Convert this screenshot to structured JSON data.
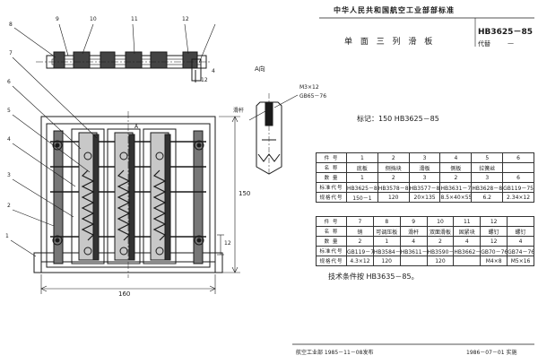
{
  "header": {
    "org_title": "中华人民共和国航空工业部部标准",
    "standard_no": "HB3625－85",
    "replaces_label": "代替",
    "replaces_value": "—"
  },
  "drawing": {
    "title": "单 面 三 列 滑 板",
    "marking": "标记：150  HB3625－85",
    "view_label": "A向",
    "view_marker": "A",
    "slide_bar_label": "滑杆",
    "screw_callout": [
      "M3×12",
      "GB65－76"
    ],
    "balloons": [
      "1",
      "2",
      "3",
      "4",
      "5",
      "6",
      "7",
      "8",
      "9",
      "10",
      "11",
      "12"
    ],
    "dims": {
      "overall_width": "160",
      "overall_height": "150",
      "right_12": "12",
      "gap_12": "12",
      "right_4": "4"
    }
  },
  "table1": {
    "row_headers": [
      "件 号",
      "名 称",
      "数 量",
      "标准代号",
      "规格代号"
    ],
    "cols": [
      [
        "1",
        "底板",
        "1",
        "HB3625－85",
        "150－1"
      ],
      [
        "2",
        "侧挡块",
        "2",
        "HB3578－85",
        "120"
      ],
      [
        "3",
        "滑板",
        "3",
        "HB3577－85",
        "20×135"
      ],
      [
        "4",
        "侧板",
        "2",
        "HB3631－71",
        "8.5×40×55"
      ],
      [
        "5",
        "拉簧丝",
        "3",
        "HB3628－85",
        "6.2"
      ],
      [
        "6",
        "",
        "6",
        "GB119－75",
        "2.34×12"
      ]
    ]
  },
  "table2": {
    "row_headers": [
      "件 号",
      "名 称",
      "数 量",
      "标准代号",
      "规格代号"
    ],
    "cols": [
      [
        "7",
        "销",
        "2",
        "GB119－76",
        "4.3×12"
      ],
      [
        "8",
        "可调压板",
        "1",
        "HB3584－85",
        "120"
      ],
      [
        "9",
        "滑杆",
        "4",
        "HB3611－85",
        ""
      ],
      [
        "10",
        "双面滑板",
        "2",
        "HB3590－85",
        "120"
      ],
      [
        "11",
        "固紧块",
        "4",
        "HB3662－85",
        ""
      ],
      [
        "12",
        "螺钉",
        "12",
        "GB70－76",
        "M4×8"
      ],
      [
        "",
        "螺钉",
        "4",
        "GB74－76",
        "M5×16"
      ]
    ]
  },
  "notes": {
    "tech_req": "技术条件按 HB3635－85。"
  },
  "footer": {
    "issued": "航空工业部 1985－11－08发布",
    "effective": "1986－07－01 实施"
  },
  "colors": {
    "ink": "#1a1a1a",
    "paper": "#ffffff"
  }
}
